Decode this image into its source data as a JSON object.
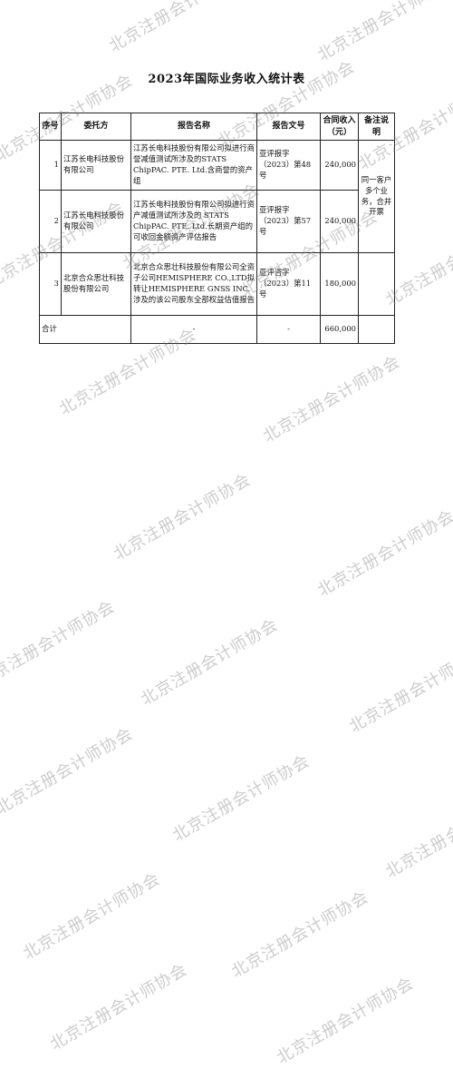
{
  "title": "2023年国际业务收入统计表",
  "table": {
    "headers": [
      "序号",
      "委托方",
      "报告名称",
      "报告文号",
      "合同收入（元）",
      "备注说明"
    ],
    "rows": [
      {
        "seq": "1",
        "client": "江苏长电科技股份有限公司",
        "report_name": "江苏长电科技股份有限公司拟进行商誉减值测试所涉及的STATS ChipPAC. PTE. Ltd.含商誉的资产组",
        "report_no": "亚评报字（2023）第48号",
        "revenue": "240,000"
      },
      {
        "seq": "2",
        "client": "江苏长电科技股份有限公司",
        "report_name": "江苏长电科技股份有限公司拟进行资产减值测试所涉及的 STATS ChipPAC. PTE. Ltd.长期资产组的可收回金额资产评估报告",
        "report_no": "亚评报字（2023）第57号",
        "revenue": "240,000"
      },
      {
        "seq": "3",
        "client": "北京合众思壮科技股份有限公司",
        "report_name": "北京合众思壮科技股份有限公司全资子公司HEMISPHERE CO.,LTD拟转让HEMISPHERE GNSS INC.涉及的该公司股东全部权益估值报告",
        "report_no": "亚评咨字（2023）第11号",
        "revenue": "180,000"
      }
    ],
    "note_merged": "同一客户多个业务，合并开票",
    "total": {
      "label": "合计",
      "name_cell": "-",
      "no_cell": "-",
      "revenue": "660,000"
    }
  },
  "watermark": "北京注册会计师协会"
}
